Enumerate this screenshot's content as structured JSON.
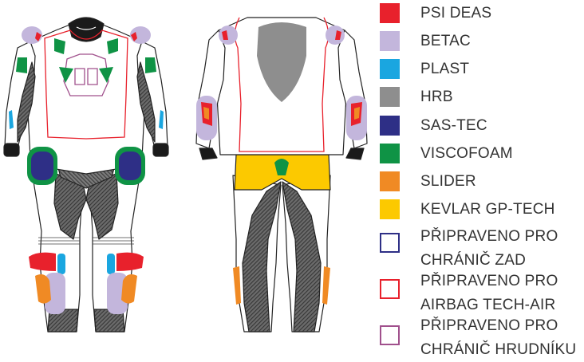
{
  "legend": [
    {
      "id": "psi-deas",
      "lines": [
        "PSI DEAS"
      ],
      "color": "#e8212c",
      "style": "fill"
    },
    {
      "id": "betac",
      "lines": [
        "BETAC"
      ],
      "color": "#c3b6dc",
      "style": "fill"
    },
    {
      "id": "plast",
      "lines": [
        "PLAST"
      ],
      "color": "#1aa6e0",
      "style": "fill"
    },
    {
      "id": "hrb",
      "lines": [
        "HRB"
      ],
      "color": "#8e8e8e",
      "style": "fill"
    },
    {
      "id": "sas-tec",
      "lines": [
        "SAS-TEC"
      ],
      "color": "#2e2f86",
      "style": "fill"
    },
    {
      "id": "viscofoam",
      "lines": [
        "VISCOFOAM"
      ],
      "color": "#0f9345",
      "style": "fill"
    },
    {
      "id": "slider",
      "lines": [
        "SLIDER"
      ],
      "color": "#f08a24",
      "style": "fill"
    },
    {
      "id": "kevlar",
      "lines": [
        "KEVLAR GP-TECH"
      ],
      "color": "#fcc900",
      "style": "fill"
    },
    {
      "id": "back-protector",
      "lines": [
        "PŘIPRAVENO PRO",
        "CHRÁNIČ ZAD"
      ],
      "color": "#2e2f86",
      "style": "outline"
    },
    {
      "id": "airbag",
      "lines": [
        "PŘIPRAVENO PRO",
        "AIRBAG TECH-AIR"
      ],
      "color": "#e8212c",
      "style": "outline"
    },
    {
      "id": "chest-protector",
      "lines": [
        "PŘIPRAVENO PRO",
        "CHRÁNIČ HRUDNÍKU"
      ],
      "color": "#a0508c",
      "style": "outline"
    }
  ],
  "colors": {
    "outline": "#222222",
    "stretch": "#555555",
    "white": "#ffffff"
  }
}
